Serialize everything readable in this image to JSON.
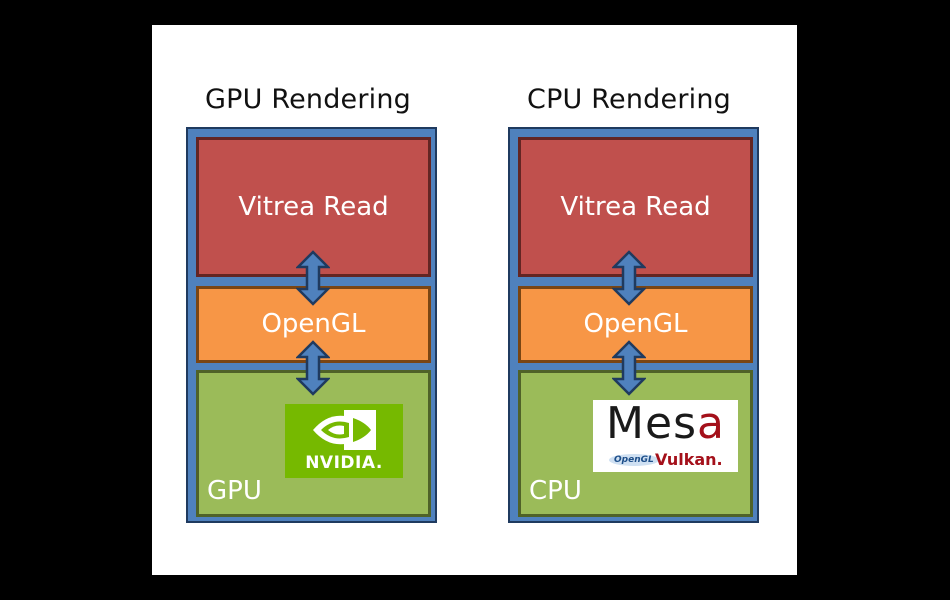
{
  "stacks": [
    {
      "title": "GPU Rendering",
      "layers": [
        "Vitrea Read",
        "OpenGL"
      ],
      "hardware_label": "GPU",
      "logo": {
        "name": "nvidia-logo",
        "text": "NVIDIA."
      }
    },
    {
      "title": "CPU Rendering",
      "layers": [
        "Vitrea Read",
        "OpenGL"
      ],
      "hardware_label": "CPU",
      "logo": {
        "name": "mesa-logo",
        "text_main": "Mes",
        "text_accent": "a",
        "badge_opengl": "OpenGL",
        "badge_vulkan": "Vulkan."
      }
    }
  ],
  "colors": {
    "application_layer": "#c0504d",
    "api_layer": "#f79646",
    "hardware_layer": "#9bbb59",
    "container": "#4f81bd",
    "nvidia_green": "#76b900"
  }
}
